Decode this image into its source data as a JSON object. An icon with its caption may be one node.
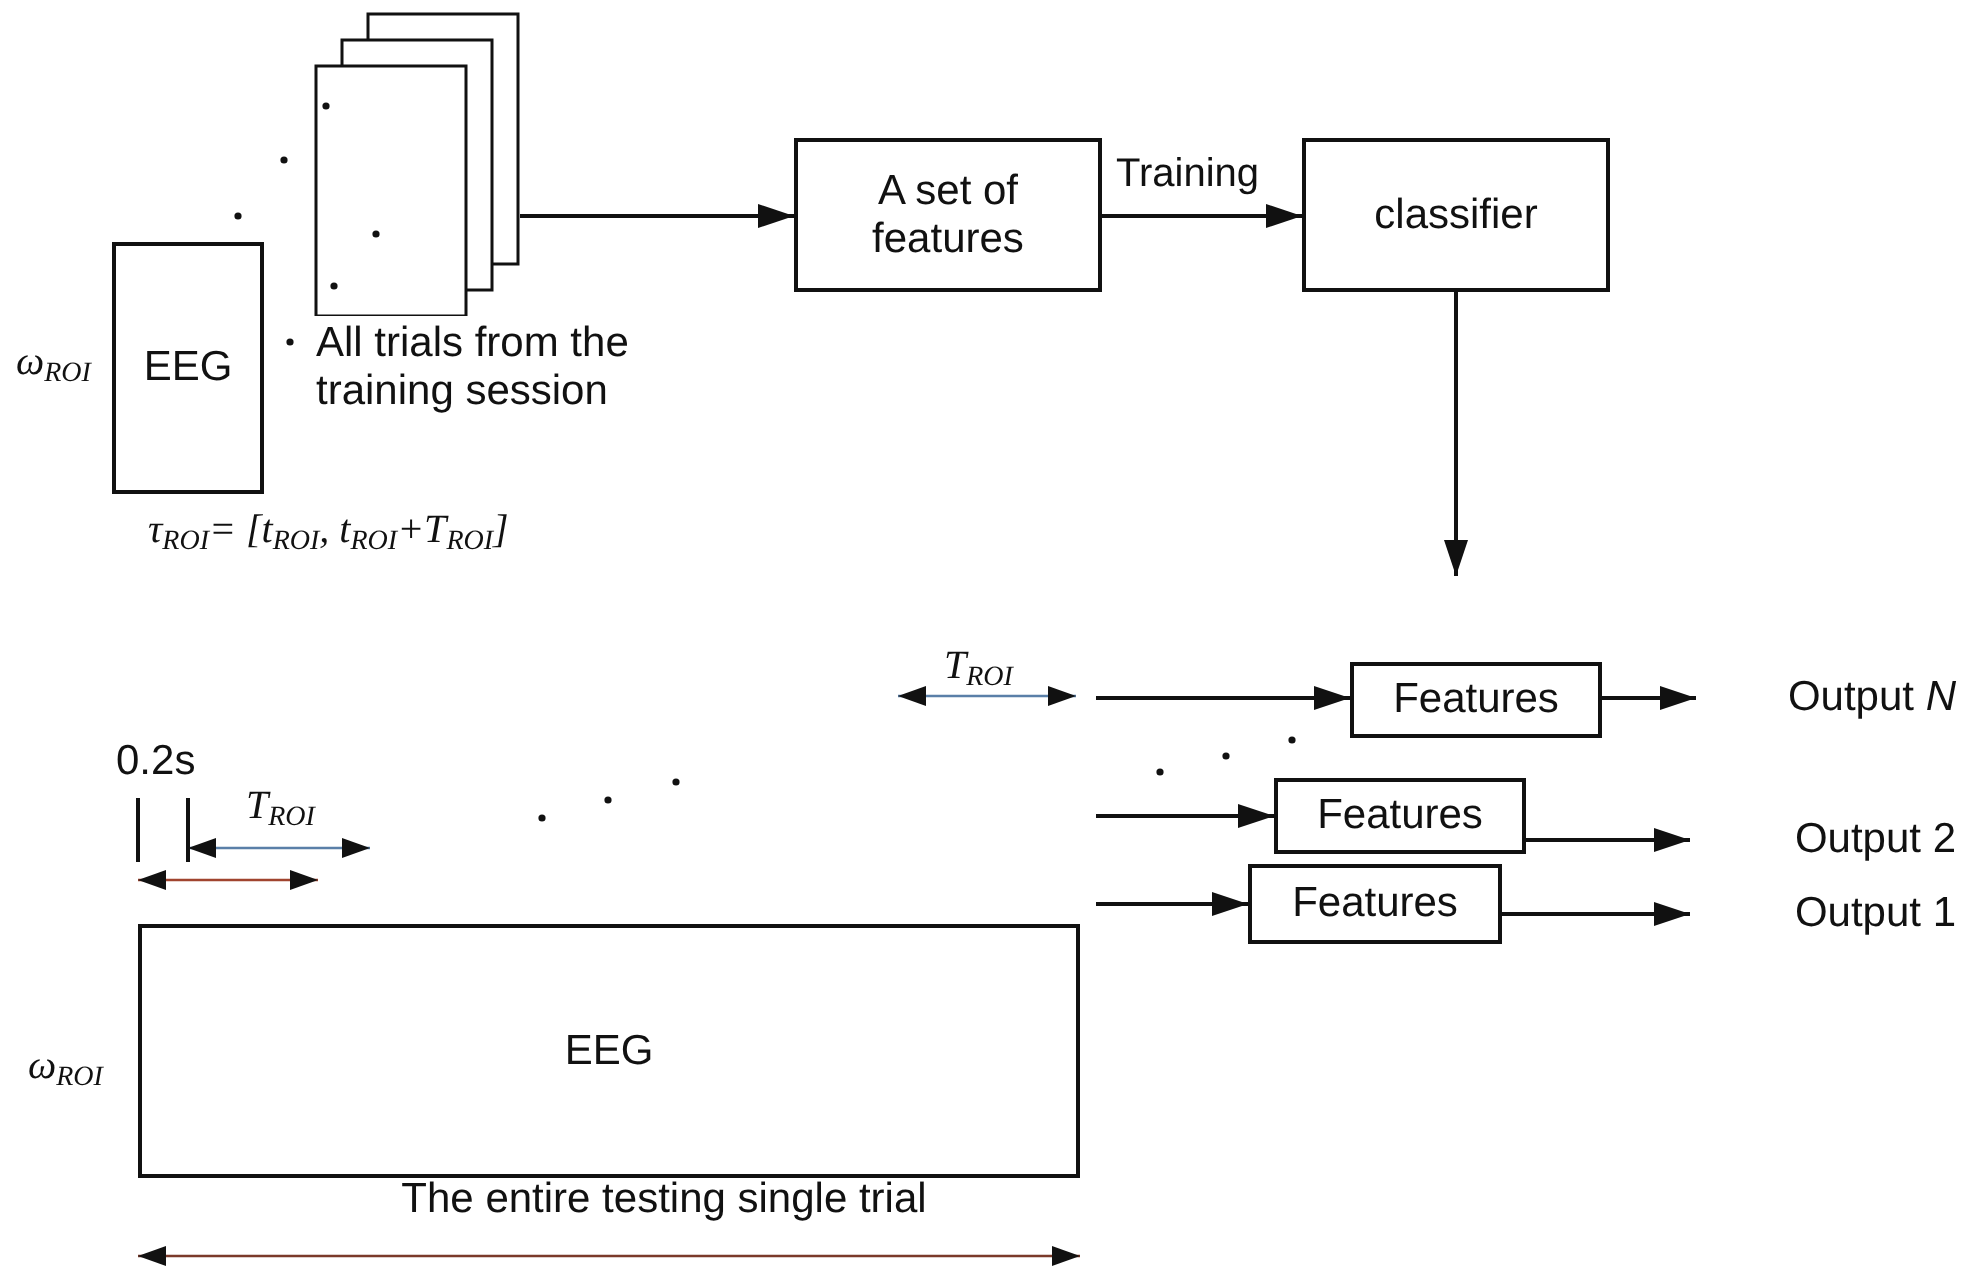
{
  "diagram": {
    "nodes": [
      {
        "text": [
          "EEG"
        ],
        "beside": [
          "ω$_{ROI}$",
          "τ$_{ROI}$= [t$_{ROI}$, t$_{ROI}$+T$_{ROI}$]"
        ]
      },
      {
        "text": [],
        "shape": "box",
        "beside": [
          "All trials from the training session"
        ]
      },
      {
        "text": [
          "A set of features"
        ]
      },
      {
        "text": [
          "classifier"
        ]
      },
      {
        "text": [
          "Features"
        ]
      },
      {
        "text": [
          "Features"
        ]
      },
      {
        "text": [
          "Features"
        ]
      },
      {
        "text": [
          "Output *N*"
        ]
      },
      {
        "text": [
          "Output 2"
        ]
      },
      {
        "text": [
          "Output 1"
        ]
      },
      {
        "text": [
          "EEG"
        ],
        "beside": [
          "ω$_{ROI}$",
          "The entire testing single trial"
        ]
      }
    ],
    "edges": [
      {
        "from": 1,
        "to": 2,
        "arrow": "to"
      },
      {
        "from": 2,
        "to": 3,
        "arrow": "to",
        "label": "Training"
      },
      {
        "from": 3,
        "to": null,
        "arrow": "to"
      },
      {
        "from": null,
        "to": 4,
        "arrow": "to"
      },
      {
        "from": null,
        "to": 5,
        "arrow": "to"
      },
      {
        "from": null,
        "to": 6,
        "arrow": "to"
      },
      {
        "from": 4,
        "to": 7,
        "arrow": "to"
      },
      {
        "from": 5,
        "to": 8,
        "arrow": "to"
      },
      {
        "from": 6,
        "to": 9,
        "arrow": "to"
      }
    ],
    "labels": [
      "T$_{ROI}$",
      "0.2s",
      "T$_{ROI}$"
    ]
  }
}
